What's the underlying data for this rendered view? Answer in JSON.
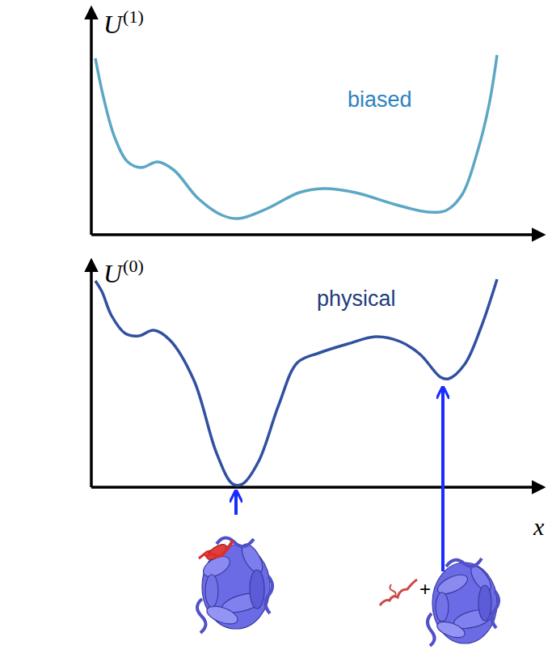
{
  "diagram": {
    "labels": [
      "U",
      "(1)",
      "biased",
      "U",
      "(0)",
      "physical",
      "x",
      "+"
    ]
  }
}
